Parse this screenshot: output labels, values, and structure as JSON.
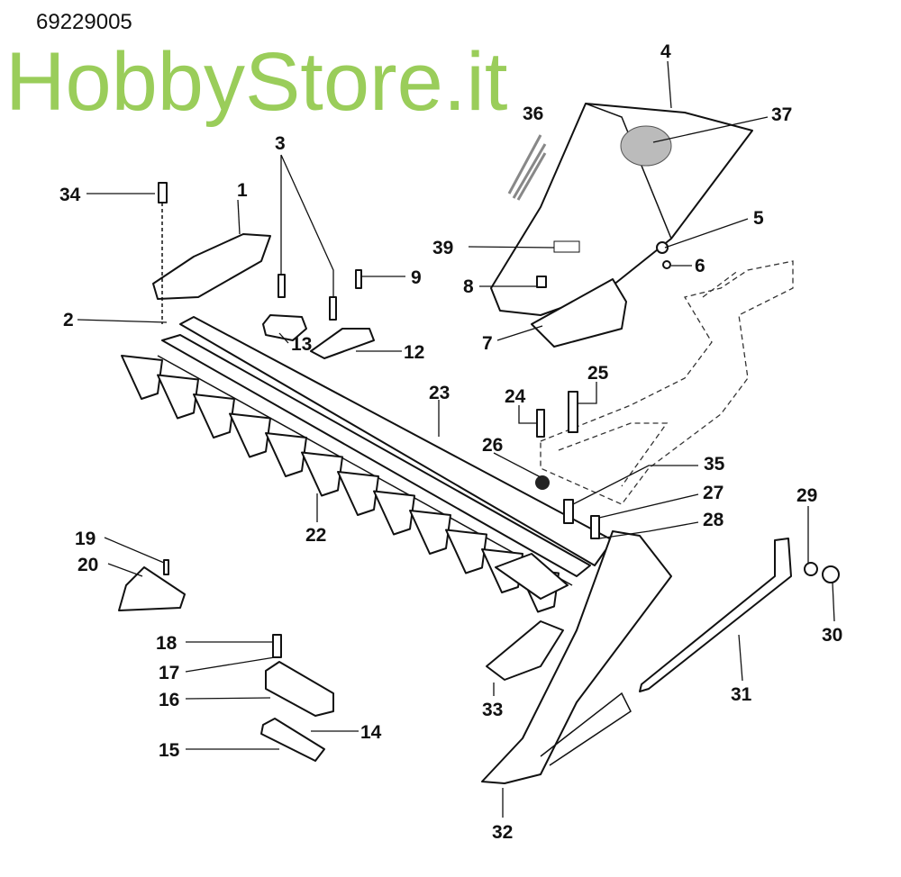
{
  "diagram_code": "69229005",
  "watermark": "HobbyStore.it",
  "part_labels": [
    "1",
    "2",
    "3",
    "4",
    "5",
    "6",
    "7",
    "8",
    "9",
    "12",
    "13",
    "14",
    "15",
    "16",
    "17",
    "18",
    "19",
    "20",
    "22",
    "23",
    "24",
    "25",
    "26",
    "27",
    "28",
    "29",
    "30",
    "31",
    "32",
    "33",
    "34",
    "35",
    "36",
    "37",
    "39"
  ]
}
